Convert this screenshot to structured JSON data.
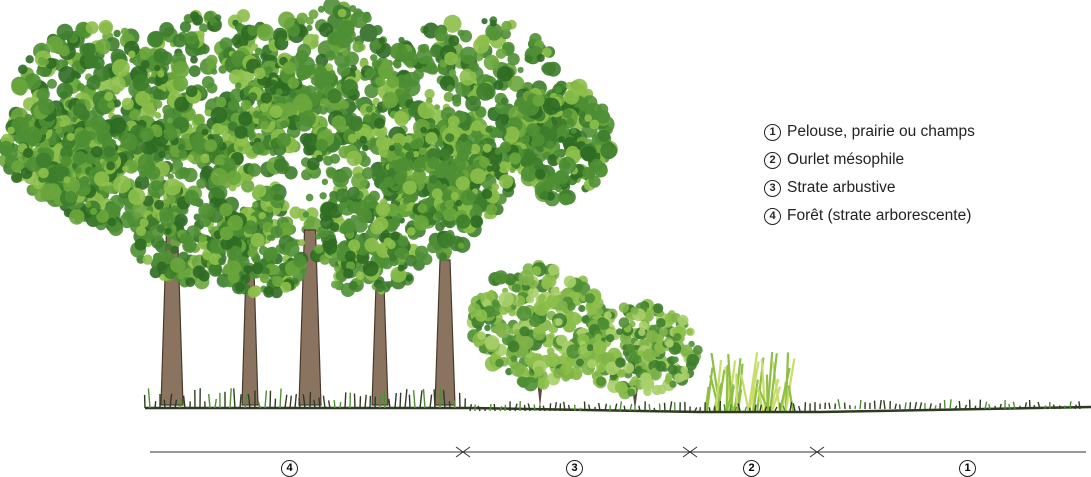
{
  "legend": [
    {
      "num": "1",
      "text": "Pelouse, prairie ou champs"
    },
    {
      "num": "2",
      "text": "Ourlet mésophile"
    },
    {
      "num": "3",
      "text": "Strate arbustive"
    },
    {
      "num": "4",
      "text": "Forêt (strate arborescente)"
    }
  ],
  "zones": [
    {
      "num": "4",
      "name": "Forêt (strate arborescente)"
    },
    {
      "num": "3",
      "name": "Strate arbustive"
    },
    {
      "num": "2",
      "name": "Ourlet mésophile"
    },
    {
      "num": "1",
      "name": "Pelouse, prairie ou champs"
    }
  ],
  "colors": {
    "foliage_dark": "#2f6b24",
    "foliage_mid": "#4f8f34",
    "foliage_light": "#8cbf4a",
    "trunk": "#8a7460",
    "ground": "#2e3b22",
    "herb": "#c9de6a"
  }
}
